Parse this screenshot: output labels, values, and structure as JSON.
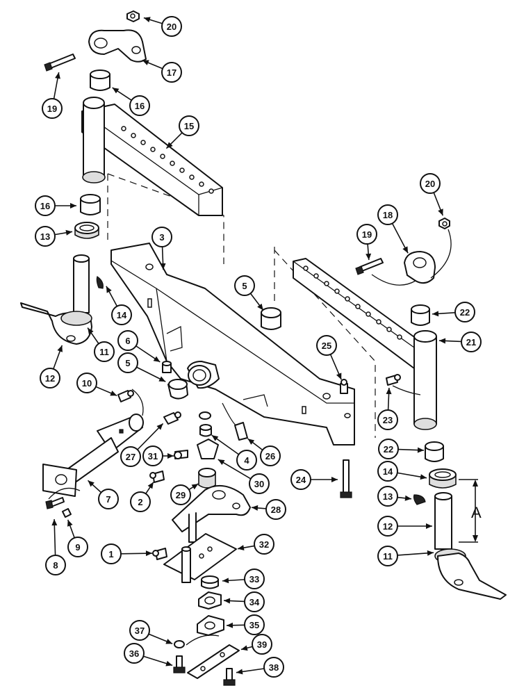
{
  "callouts": [
    {
      "label": "20"
    },
    {
      "label": "17"
    },
    {
      "label": "19"
    },
    {
      "label": "16"
    },
    {
      "label": "15"
    },
    {
      "label": "16"
    },
    {
      "label": "13"
    },
    {
      "label": "3"
    },
    {
      "label": "14"
    },
    {
      "label": "11"
    },
    {
      "label": "12"
    },
    {
      "label": "6"
    },
    {
      "label": "5"
    },
    {
      "label": "10"
    },
    {
      "label": "5"
    },
    {
      "label": "27"
    },
    {
      "label": "31"
    },
    {
      "label": "4"
    },
    {
      "label": "26"
    },
    {
      "label": "30"
    },
    {
      "label": "7"
    },
    {
      "label": "2"
    },
    {
      "label": "29"
    },
    {
      "label": "28"
    },
    {
      "label": "8"
    },
    {
      "label": "9"
    },
    {
      "label": "1"
    },
    {
      "label": "32"
    },
    {
      "label": "33"
    },
    {
      "label": "34"
    },
    {
      "label": "35"
    },
    {
      "label": "37"
    },
    {
      "label": "39"
    },
    {
      "label": "36"
    },
    {
      "label": "38"
    },
    {
      "label": "20"
    },
    {
      "label": "18"
    },
    {
      "label": "19"
    },
    {
      "label": "22"
    },
    {
      "label": "21"
    },
    {
      "label": "25"
    },
    {
      "label": "23"
    },
    {
      "label": "22"
    },
    {
      "label": "24"
    },
    {
      "label": "14"
    },
    {
      "label": "13"
    },
    {
      "label": "12"
    },
    {
      "label": "11"
    }
  ],
  "dimension": {
    "label": "A"
  }
}
